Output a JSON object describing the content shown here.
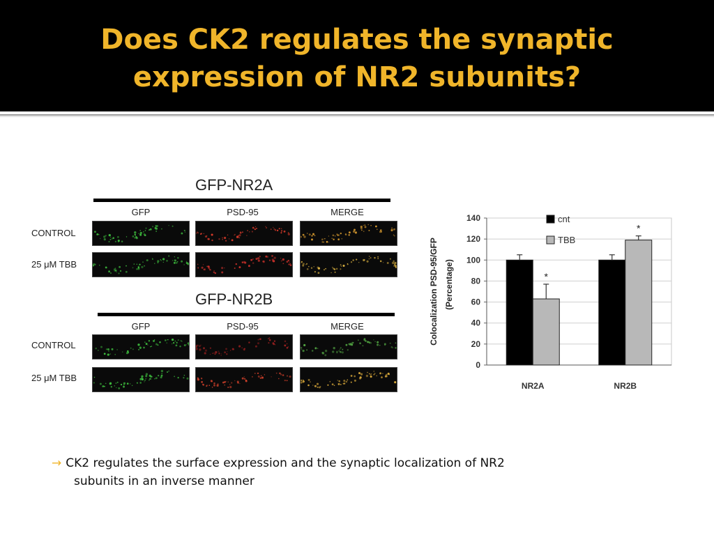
{
  "slide": {
    "title_line1": "Does CK2 regulates the synaptic",
    "title_line2": "expression of NR2 subunits?",
    "note_arrow": "→",
    "note_line1": "CK2 regulates the surface expression and the synaptic localization of NR2",
    "note_line2": "subunits in an inverse manner"
  },
  "micrograph": {
    "panels": [
      {
        "title": "GFP-NR2A",
        "columns": [
          "GFP",
          "PSD-95",
          "MERGE"
        ],
        "rows": [
          "CONTROL",
          "25 μM TBB"
        ]
      },
      {
        "title": "GFP-NR2B",
        "columns": [
          "GFP",
          "PSD-95",
          "MERGE"
        ],
        "rows": [
          "CONTROL",
          "25 μM TBB"
        ]
      }
    ]
  },
  "chart_data": {
    "type": "bar",
    "categories": [
      "NR2A",
      "NR2B"
    ],
    "series": [
      {
        "name": "cnt",
        "values": [
          100,
          100
        ],
        "errors": [
          5,
          5
        ],
        "color": "#000000"
      },
      {
        "name": "TBB",
        "values": [
          63,
          119
        ],
        "errors": [
          14,
          4
        ],
        "color": "#b8b8b8"
      }
    ],
    "significance": [
      {
        "category": "NR2A",
        "series": "TBB",
        "label": "*"
      },
      {
        "category": "NR2B",
        "series": "TBB",
        "label": "*"
      }
    ],
    "ylabel_line1": "Colocalization PSD-95/GFP",
    "ylabel_line2": "(Percentage)",
    "xlabel": "",
    "ylim": [
      0,
      140
    ],
    "yticks": [
      0,
      20,
      40,
      60,
      80,
      100,
      120,
      140
    ],
    "grid": true,
    "legend": "top-left"
  }
}
